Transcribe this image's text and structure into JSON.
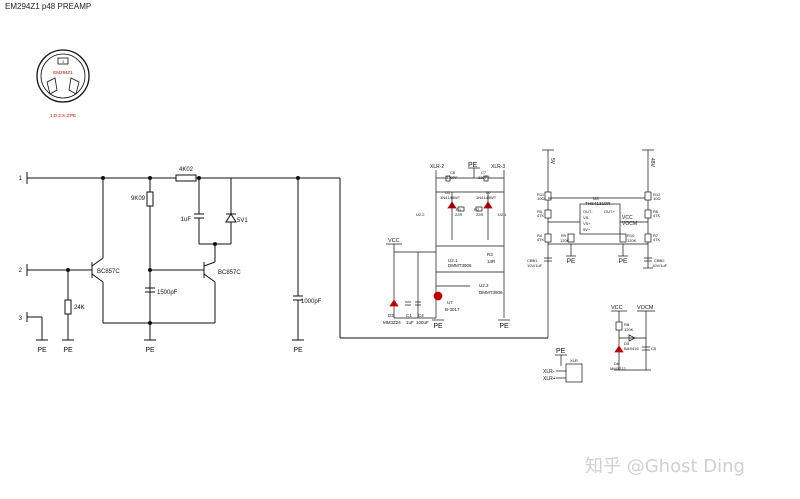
{
  "title": "EM294Z1 p48 PREAMP",
  "watermark": "知乎 @Ghost Ding",
  "connector": {
    "pin": "3",
    "part": "EM294Z1",
    "caption": "1:D  2:S  3:PE"
  },
  "left": {
    "nodes": [
      "1",
      "2",
      "3"
    ],
    "resistors": [
      "4K02",
      "9K09",
      "24K"
    ],
    "caps": [
      "1uF",
      "1500pF",
      "1000pF"
    ],
    "zener": "5V1",
    "transistors": [
      "BC857C",
      "BC857C"
    ],
    "ground": "PE"
  },
  "mid": {
    "xlr_minus": "XLR-2",
    "xlr_plus": "XLR-3",
    "pe": "PE",
    "c6": "C6",
    "c6v": "330PF",
    "c7": "C7",
    "c7v": "330PF",
    "d1": "D1",
    "d1v": "1N4148WT",
    "d7": "D7",
    "d7v": "1N4148WT",
    "r1": "R1",
    "r1v": "22R",
    "r2": "R2",
    "r2v": "22R",
    "q2": "U2.2",
    "q1": "U2.1",
    "vcc": "VCC",
    "u21": "U2.1",
    "u21v": "DMMT3906",
    "r3": "R3",
    "r3v": "14R",
    "u22": "U2.2",
    "u22v": "DMMT3906",
    "d2": "D2",
    "d2v": "MM3Z24",
    "c1": "C1",
    "c1v": "1uF",
    "c4": "C4",
    "c4v": "100uF",
    "u7": "U7",
    "u7v": "B-3017"
  },
  "right": {
    "vleft": "5V",
    "vright": "48V",
    "r11": "R11",
    "r11v": "10Ω",
    "r5": "R5",
    "r5v": "47K",
    "r4": "R4",
    "r4v": "47K",
    "cbb1": "CBB1",
    "cbb1v": "10V/1uF",
    "u4": "U4",
    "u4v": "THS4131DR",
    "pins_l": [
      "OUT-",
      "VS-",
      "VS+",
      "5V+"
    ],
    "pins_r": [
      "OUT+",
      "VCC",
      "VOCM"
    ],
    "r9": "R9",
    "r9v": "120K",
    "r10": "R10",
    "r10v": "120K",
    "r12": "R12",
    "r12v": "10Ω",
    "r6": "R6",
    "r6v": "47K",
    "r7": "R7",
    "r7v": "47K",
    "cbb2": "CBB2",
    "cbb2v": "10V/1uF",
    "pe": "PE",
    "vcc": "VCC",
    "vocm": "VOCM",
    "r8": "R8",
    "r8v": "120K",
    "d5": "D5",
    "d5v": "BAS416",
    "c5": "C5",
    "d6": "D6",
    "d6v": "MM3Z12",
    "xlr": "XLR",
    "xlr_minus": "XLR-",
    "xlr_plus": "XLR+"
  }
}
